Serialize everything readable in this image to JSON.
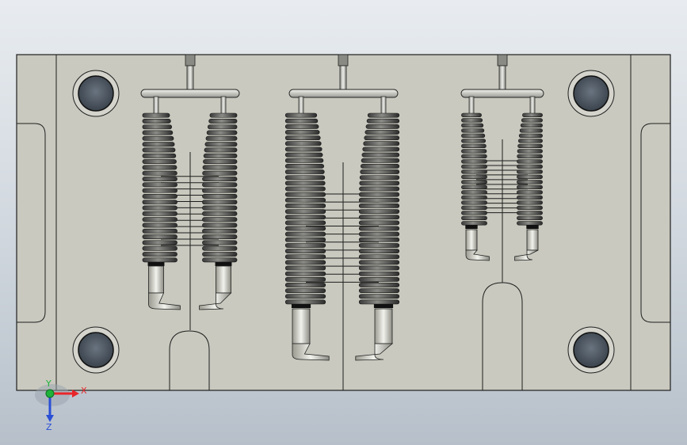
{
  "viewport": {
    "background_top": "#e8ecf0",
    "background_bottom": "#b7c0ca",
    "plate_color": "#c9c9bf",
    "edge_color": "#1f1f1f"
  },
  "triad": {
    "x_label": "X",
    "y_label": "Y",
    "z_label": "Z",
    "x_color": "#e8252a",
    "y_color": "#1fb33a",
    "z_color": "#2a4fd6"
  },
  "cavities": [
    {
      "name": "left-bellows-cavity"
    },
    {
      "name": "center-bellows-cavity"
    },
    {
      "name": "right-bellows-cavity"
    }
  ],
  "icons": [
    "guide-pin-hole-icon",
    "coordinate-triad-icon"
  ]
}
